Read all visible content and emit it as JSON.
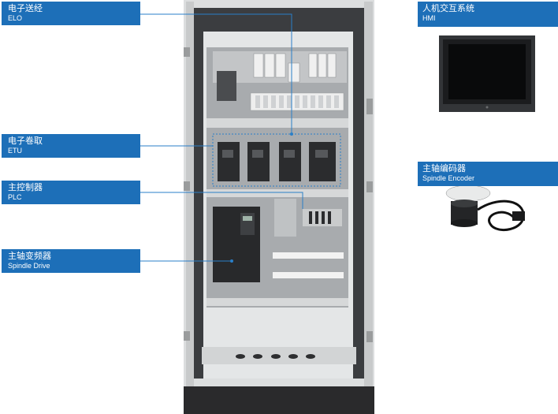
{
  "labels": {
    "elo": {
      "zh": "电子送经",
      "en": "ELO"
    },
    "etu": {
      "zh": "电子卷取",
      "en": "ETU"
    },
    "plc": {
      "zh": "主控制器",
      "en": "PLC"
    },
    "drive": {
      "zh": "主轴变频器",
      "en": "Spindle Drive"
    },
    "hmi": {
      "zh": "人机交互系统",
      "en": "HMI"
    },
    "encoder": {
      "zh": "主轴编码器",
      "en": "Spindle Encoder"
    }
  },
  "colors": {
    "label_bg": "#1d6fb8",
    "leader": "#2a7fc8"
  }
}
